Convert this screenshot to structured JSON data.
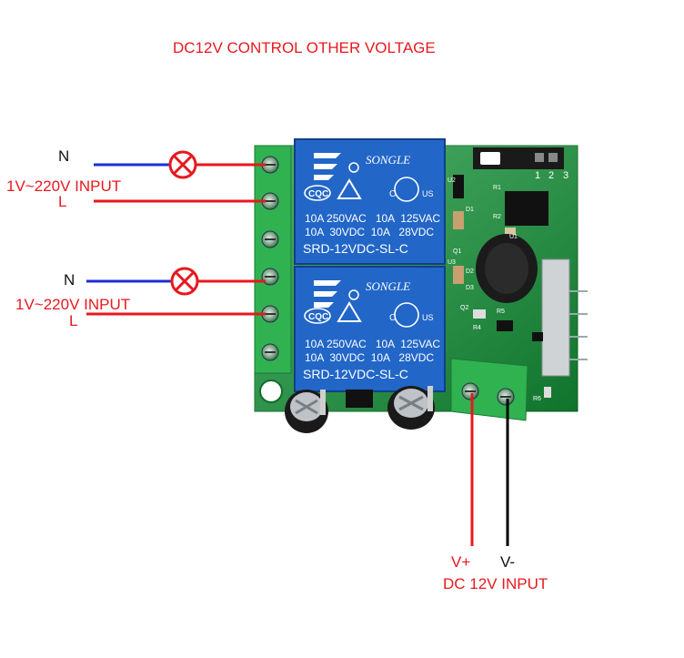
{
  "title": "DC12V CONTROL OTHER VOLTAGE",
  "relay_marks": {
    "brand": "SONGLE",
    "cert": "CQC",
    "rating_line1": "10A 250VAC   10A  125VAC",
    "rating_line2": "10A  30VDC  10A   28VDC",
    "model": "SRD-12VDC-SL-C",
    "c_mark": "C",
    "us_mark": "US"
  },
  "header_pins": [
    "1",
    "2",
    "3"
  ],
  "pcb_labels": [
    "R1",
    "R2",
    "D1",
    "D2",
    "D3",
    "U1",
    "U2",
    "U3",
    "Q1",
    "Q2",
    "R4",
    "R5",
    "R6"
  ],
  "channel_1": {
    "n_label": "N",
    "input_label": "1V~220V INPUT",
    "l_label": "L"
  },
  "channel_2": {
    "n_label": "N",
    "input_label": "1V~220V INPUT",
    "l_label": "L"
  },
  "dc_input": {
    "vplus_label": "V+",
    "vminus_label": "V-",
    "input_label": "DC 12V INPUT"
  },
  "colors": {
    "pcb": "#169a3a",
    "terminal": "#2fb24f",
    "relay": "#2266c8",
    "live_wire": "#e8181f",
    "neutral_wire": "#1a2fd6",
    "negative_wire": "#000000",
    "label_red": "#e8181f"
  }
}
